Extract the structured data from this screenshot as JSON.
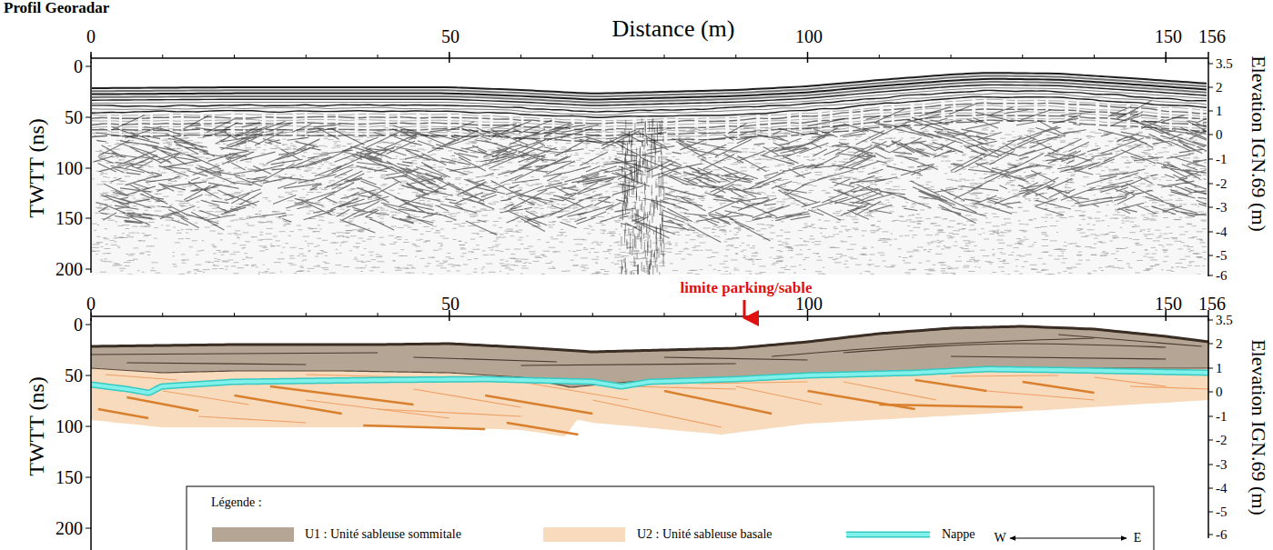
{
  "diagram": {
    "title": "Profil Georadar",
    "labels": [
      "Distance (m)",
      "0",
      "50",
      "100",
      "150",
      "156",
      "TWTT (ns)",
      "0",
      "50",
      "100",
      "150",
      "200",
      "Elevation IGN.69 (m)",
      "3.5",
      "2",
      "1",
      "0",
      "-1",
      "-2",
      "-3",
      "-4",
      "-5",
      "-6",
      "limite parking/sable",
      "0",
      "50",
      "100",
      "150",
      "156",
      "TWTT (ns)",
      "0",
      "50",
      "100",
      "150",
      "200",
      "Elevation IGN.69 (m)",
      "3.5",
      "2",
      "1",
      "0",
      "-1",
      "-2",
      "-3",
      "-4",
      "-5",
      "-6",
      "Légende :",
      "W",
      "E"
    ],
    "legend": [
      {
        "text": "U1 : Unité sableuse sommitale",
        "color": "#b5a594"
      },
      {
        "text": "U2 : Unité sableuse basale",
        "color": "#f8dbbd"
      },
      {
        "text": "Nappe"
      }
    ]
  }
}
